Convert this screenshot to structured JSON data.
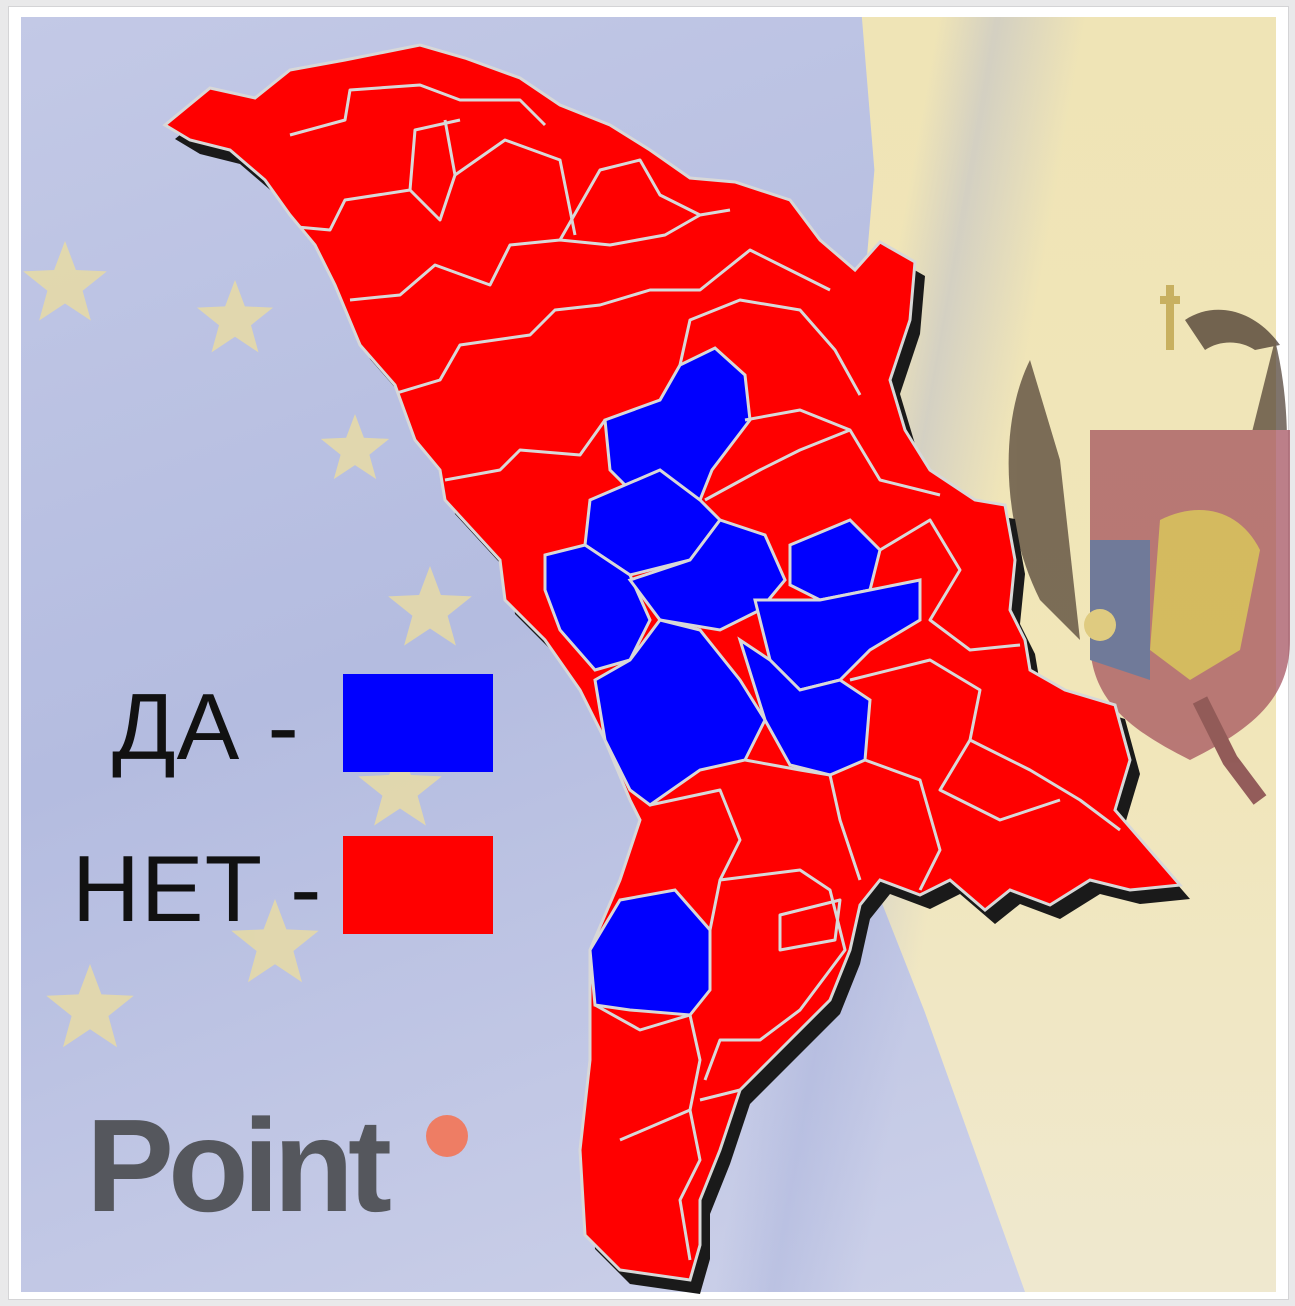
{
  "legend": {
    "yes_label": "ДА -",
    "no_label": "НЕТ -",
    "yes_color": "#0000ff",
    "no_color": "#ff0000"
  },
  "logo": {
    "text": "Point"
  },
  "map": {
    "country": "Moldova",
    "result_colors": {
      "yes": "#0000ff",
      "no": "#ff0000"
    },
    "border_color": "#d8d8d8"
  },
  "background": {
    "left": "EU flag",
    "right": "Moldova flag with coat of arms",
    "eu_star_color": "#e7dba4"
  }
}
